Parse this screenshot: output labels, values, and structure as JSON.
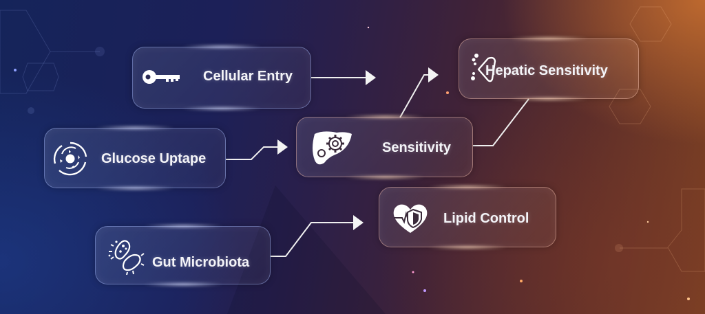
{
  "diagram": {
    "nodes": [
      {
        "id": "cellular-entry",
        "label": "Cellular Entry",
        "icon": "key-icon"
      },
      {
        "id": "hepatic-sensitivity",
        "label": "Hepatic Sensitivity",
        "icon": "triangle-dots-icon"
      },
      {
        "id": "glucose-uptake",
        "label": "Glucose Uptape",
        "icon": "cell-cycle-icon"
      },
      {
        "id": "sensitivity",
        "label": "Sensitivity",
        "icon": "liver-gear-icon"
      },
      {
        "id": "lipid-control",
        "label": "Lipid Control",
        "icon": "heart-shield-icon"
      },
      {
        "id": "gut-microbiota",
        "label": "Gut Microbiota",
        "icon": "bacteria-icon"
      }
    ],
    "edges": [
      {
        "from": "cellular-entry",
        "to": "(open arrow)"
      },
      {
        "from": "glucose-uptake",
        "to": "sensitivity"
      },
      {
        "from": "sensitivity",
        "to": "hepatic-sensitivity"
      },
      {
        "from": "hepatic-sensitivity",
        "to": "sensitivity"
      },
      {
        "from": "gut-microbiota",
        "to": "lipid-control"
      }
    ],
    "colors": {
      "background_left": "#15245a",
      "background_right": "#7e4222",
      "node_text": "#f4f4f8",
      "connector": "#f0f0f0"
    }
  }
}
